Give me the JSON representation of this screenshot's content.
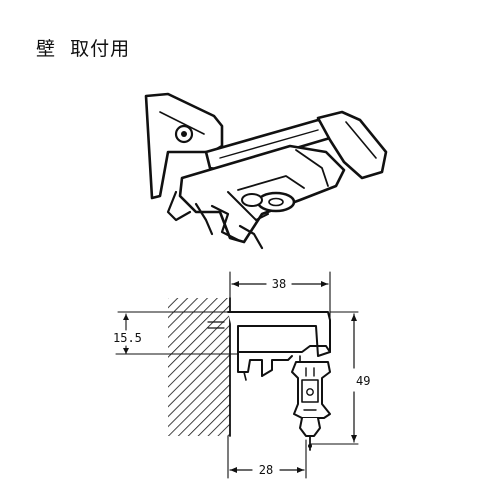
{
  "title": "壁  取付用",
  "dimensions": {
    "top_width": "38",
    "bottom_width": "28",
    "height": "49",
    "offset": "15.5"
  },
  "colors": {
    "ink": "#111111",
    "paper": "#ffffff"
  }
}
